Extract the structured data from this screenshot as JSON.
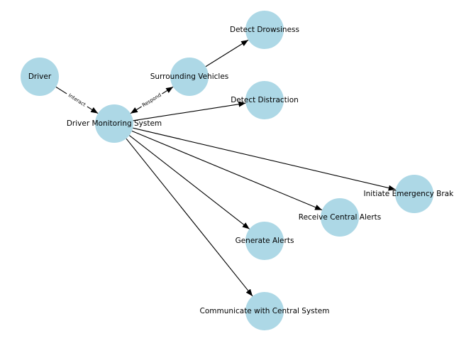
{
  "colors": {
    "node_fill": "#add8e6",
    "edge": "#000000",
    "background": "#ffffff"
  },
  "nodes": [
    {
      "id": "driver",
      "label": "Driver"
    },
    {
      "id": "dms",
      "label": "Driver Monitoring System"
    },
    {
      "id": "surrounding",
      "label": "Surrounding Vehicles"
    },
    {
      "id": "drowsiness",
      "label": "Detect Drowsiness"
    },
    {
      "id": "distraction",
      "label": "Detect Distraction"
    },
    {
      "id": "braking",
      "label": "Initiate Emergency Braking"
    },
    {
      "id": "central_alerts",
      "label": "Receive Central Alerts"
    },
    {
      "id": "generate_alerts",
      "label": "Generate Alerts"
    },
    {
      "id": "communicate",
      "label": "Communicate with Central System"
    }
  ],
  "edges": [
    {
      "from": "driver",
      "to": "dms",
      "label": "Interact",
      "bidirectional": false
    },
    {
      "from": "dms",
      "to": "surrounding",
      "label": "Respond",
      "bidirectional": true
    },
    {
      "from": "surrounding",
      "to": "drowsiness",
      "label": "",
      "bidirectional": false
    },
    {
      "from": "dms",
      "to": "distraction",
      "label": "",
      "bidirectional": false
    },
    {
      "from": "dms",
      "to": "braking",
      "label": "",
      "bidirectional": false
    },
    {
      "from": "dms",
      "to": "central_alerts",
      "label": "",
      "bidirectional": false
    },
    {
      "from": "dms",
      "to": "generate_alerts",
      "label": "",
      "bidirectional": false
    },
    {
      "from": "dms",
      "to": "communicate",
      "label": "",
      "bidirectional": false
    }
  ]
}
